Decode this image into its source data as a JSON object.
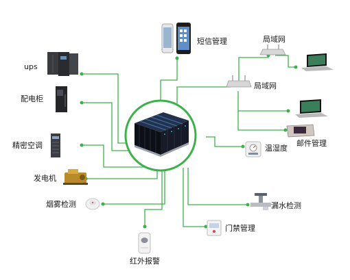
{
  "accent": "#3cb14a",
  "devices": {
    "ups": "ups",
    "distribution_cabinet": "配电柜",
    "precision_ac": "精密空调",
    "generator": "发电机",
    "smoke_detection": "烟雾检测",
    "infrared_alarm": "红外报警",
    "sms_management": "短信管理",
    "lan_top": "局域网",
    "lan_mid": "局域网",
    "mail_management": "邮件管理",
    "temp_humidity": "温湿度",
    "water_leak_detection": "漏水检测",
    "access_control": "门禁管理"
  }
}
